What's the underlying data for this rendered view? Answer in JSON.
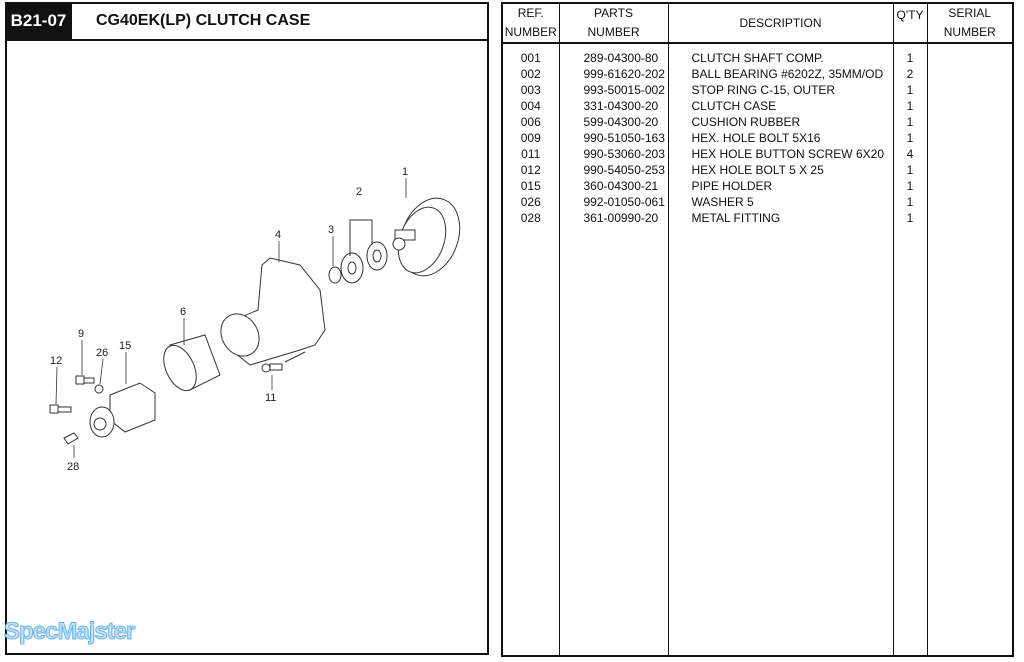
{
  "header": {
    "code": "B21-07",
    "title": "CG40EK(LP) CLUTCH CASE"
  },
  "diagram": {
    "callouts": [
      "1",
      "2",
      "3",
      "4",
      "6",
      "9",
      "26",
      "15",
      "12",
      "11",
      "28"
    ]
  },
  "watermark": "SpecMajster",
  "table": {
    "columns": [
      {
        "line1": "REF.",
        "line2": "NUMBER"
      },
      {
        "line1": "PARTS",
        "line2": "NUMBER"
      },
      {
        "line1": "DESCRIPTION",
        "line2": ""
      },
      {
        "line1": "Q'TY",
        "line2": ""
      },
      {
        "line1": "SERIAL",
        "line2": "NUMBER"
      }
    ],
    "rows": [
      {
        "ref": "001",
        "part": "289-04300-80",
        "desc": "CLUTCH SHAFT COMP.",
        "qty": "1"
      },
      {
        "ref": "002",
        "part": "999-61620-202",
        "desc": "BALL BEARING #6202Z, 35MM/OD",
        "qty": "2"
      },
      {
        "ref": "003",
        "part": "993-50015-002",
        "desc": "STOP RING C-15, OUTER",
        "qty": "1"
      },
      {
        "ref": "004",
        "part": "331-04300-20",
        "desc": "CLUTCH CASE",
        "qty": "1"
      },
      {
        "ref": "006",
        "part": "599-04300-20",
        "desc": "CUSHION RUBBER",
        "qty": "1"
      },
      {
        "ref": "009",
        "part": "990-51050-163",
        "desc": "HEX. HOLE BOLT 5X16",
        "qty": "1"
      },
      {
        "ref": "011",
        "part": "990-53060-203",
        "desc": "HEX HOLE BUTTON SCREW 6X20",
        "qty": "4"
      },
      {
        "ref": "012",
        "part": "990-54050-253",
        "desc": "HEX HOLE BOLT 5 X 25",
        "qty": "1"
      },
      {
        "ref": "015",
        "part": "360-04300-21",
        "desc": "PIPE HOLDER",
        "qty": "1"
      },
      {
        "ref": "026",
        "part": "992-01050-061",
        "desc": "WASHER 5",
        "qty": "1"
      },
      {
        "ref": "028",
        "part": "361-00990-20",
        "desc": "METAL FITTING",
        "qty": "1"
      }
    ]
  }
}
